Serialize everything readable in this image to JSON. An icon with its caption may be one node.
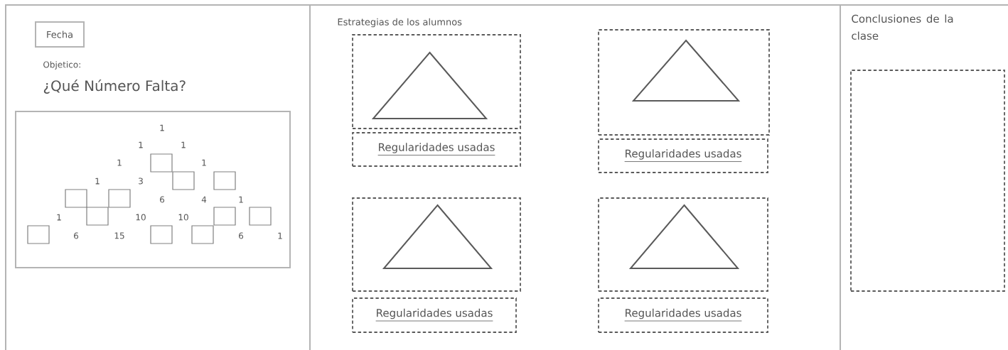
{
  "diagram": {
    "nodes": [
      {
        "text": [
          "Fecha"
        ]
      },
      {
        "text": [],
        "shape": "box"
      },
      {
        "text": [],
        "shape": "box",
        "in": 1
      },
      {
        "text": [],
        "shape": "box",
        "in": 1
      },
      {
        "text": [],
        "shape": "box",
        "in": 1
      },
      {
        "text": [],
        "shape": "box",
        "in": 1
      },
      {
        "text": [],
        "shape": "box",
        "in": 1
      },
      {
        "text": [],
        "shape": "box",
        "in": 1
      },
      {
        "text": [],
        "shape": "box",
        "in": 1
      },
      {
        "text": [],
        "shape": "box",
        "in": 1
      },
      {
        "text": [],
        "shape": "box",
        "in": 1
      },
      {
        "text": [],
        "shape": "box",
        "in": 1
      },
      {
        "text": [],
        "shape": "box",
        "in": 1
      },
      {
        "text": [],
        "shape": "box"
      },
      {
        "text": [],
        "shape": "triangle",
        "in": 13
      },
      {
        "text": [
          "Regularidades usadas"
        ]
      },
      {
        "text": [],
        "shape": "box"
      },
      {
        "text": [],
        "shape": "triangle",
        "in": 16
      },
      {
        "text": [
          "Regularidades usadas"
        ]
      },
      {
        "text": [],
        "shape": "box"
      },
      {
        "text": [],
        "shape": "triangle",
        "in": 19
      },
      {
        "text": [
          "Regularidades usadas"
        ]
      },
      {
        "text": [],
        "shape": "box"
      },
      {
        "text": [],
        "shape": "triangle",
        "in": 22
      },
      {
        "text": [
          "Regularidades usadas"
        ]
      },
      {
        "text": [
          "Conclusiones de la clase"
        ]
      }
    ],
    "labels": [
      "Objetico:",
      "¿Qué Número Falta?",
      "1",
      "1",
      "1",
      "1",
      "1",
      "1",
      "3",
      "6",
      "4",
      "1",
      "1",
      "10",
      "10",
      "6",
      "15",
      "6",
      "1",
      "Estrategias de los alumnos"
    ]
  }
}
